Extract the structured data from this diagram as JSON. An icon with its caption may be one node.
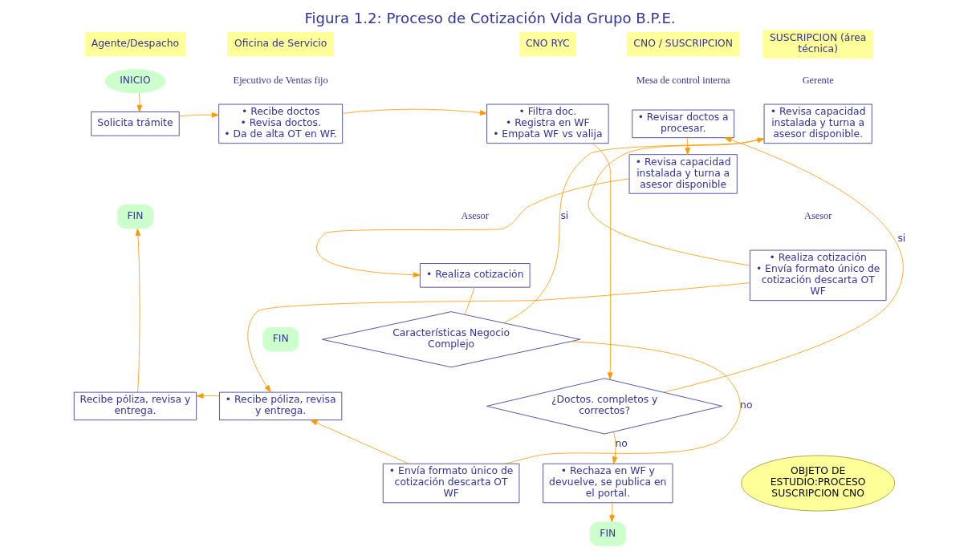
{
  "diagram": {
    "title": "Figura 1.2: Proceso de Cotización Vida Grupo B.P.E.",
    "nodes": [
      {
        "text": [
          "Agente/Despacho"
        ]
      },
      {
        "text": [
          "Oficina de Servicio"
        ]
      },
      {
        "text": [
          "CNO RYC"
        ]
      },
      {
        "text": [
          "CNO / SUSCRIPCION"
        ]
      },
      {
        "text": [
          "SUSCRIPCION (área técnica)"
        ]
      },
      {
        "text": [
          "INICIO"
        ]
      },
      {
        "text": [
          "Solicita trámite"
        ]
      },
      {
        "text": [
          "• Recibe doctos",
          "• Revisa doctos.",
          "• Da de alta OT en WF."
        ]
      },
      {
        "text": [
          "• Filtra doc.",
          "• Registra en WF",
          "• Empata WF vs valija"
        ]
      },
      {
        "text": [
          "• Revisar doctos a procesar."
        ]
      },
      {
        "text": [
          "• Revisa capacidad instalada y turna a asesor disponible"
        ]
      },
      {
        "text": [
          "• Realiza cotización"
        ]
      },
      {
        "text": [
          "Características Negocio Complejo"
        ]
      },
      {
        "text": [
          "• Envía formato único de cotización descarta OT WF"
        ]
      },
      {
        "text": [
          "• Revisa capacidad instalada y turna a asesor disponible."
        ]
      },
      {
        "text": [
          "• Realiza cotización",
          "• Envía formato único de cotización descarta OT WF"
        ]
      },
      {
        "text": [
          "¿Doctos. completos y correctos?"
        ]
      },
      {
        "text": [
          "• Rechaza en WF y devuelve, se publica en el portal."
        ]
      },
      {
        "text": [
          "FIN"
        ]
      },
      {
        "text": [
          "• Recibe póliza, revisa y entrega."
        ]
      },
      {
        "text": [
          "Recibe póliza, revisa y entrega."
        ]
      },
      {
        "text": [
          "FIN"
        ]
      },
      {
        "text": [
          "FIN"
        ]
      },
      {
        "text": [
          "OBJETO DE ESTUDIO:PROCESO SUSCRIPCION CNO"
        ]
      }
    ],
    "edges": [
      {
        "from": 5,
        "to": 6,
        "arrow": "to"
      },
      {
        "from": 6,
        "to": 7,
        "arrow": "to"
      },
      {
        "from": 7,
        "to": 8,
        "arrow": "to"
      },
      {
        "from": 8,
        "to": 16,
        "arrow": "to"
      },
      {
        "from": 16,
        "to": 9,
        "arrow": "to",
        "label": "si"
      },
      {
        "from": 16,
        "to": 17,
        "arrow": "to",
        "label": "no"
      },
      {
        "from": 17,
        "to": 22,
        "arrow": "to"
      },
      {
        "from": 9,
        "to": 10,
        "arrow": "to"
      },
      {
        "from": 10,
        "to": 11,
        "arrow": "to"
      },
      {
        "from": 11,
        "to": 12,
        "arrow": "none"
      },
      {
        "from": 12,
        "to": 14,
        "arrow": "to",
        "label": "si"
      },
      {
        "from": 12,
        "to": 13,
        "arrow": "none",
        "label": "no"
      },
      {
        "from": 14,
        "to": 15,
        "arrow": "none"
      },
      {
        "from": 13,
        "to": 19,
        "arrow": "to"
      },
      {
        "from": 15,
        "to": 19,
        "arrow": "to"
      },
      {
        "from": 19,
        "to": 20,
        "arrow": "to"
      },
      {
        "from": 20,
        "to": 21,
        "arrow": "to"
      }
    ],
    "labels": [
      "Ejecutivo de Ventas fijo",
      "Mesa de control interna",
      "Asesor",
      "Gerente",
      "Asesor"
    ]
  }
}
